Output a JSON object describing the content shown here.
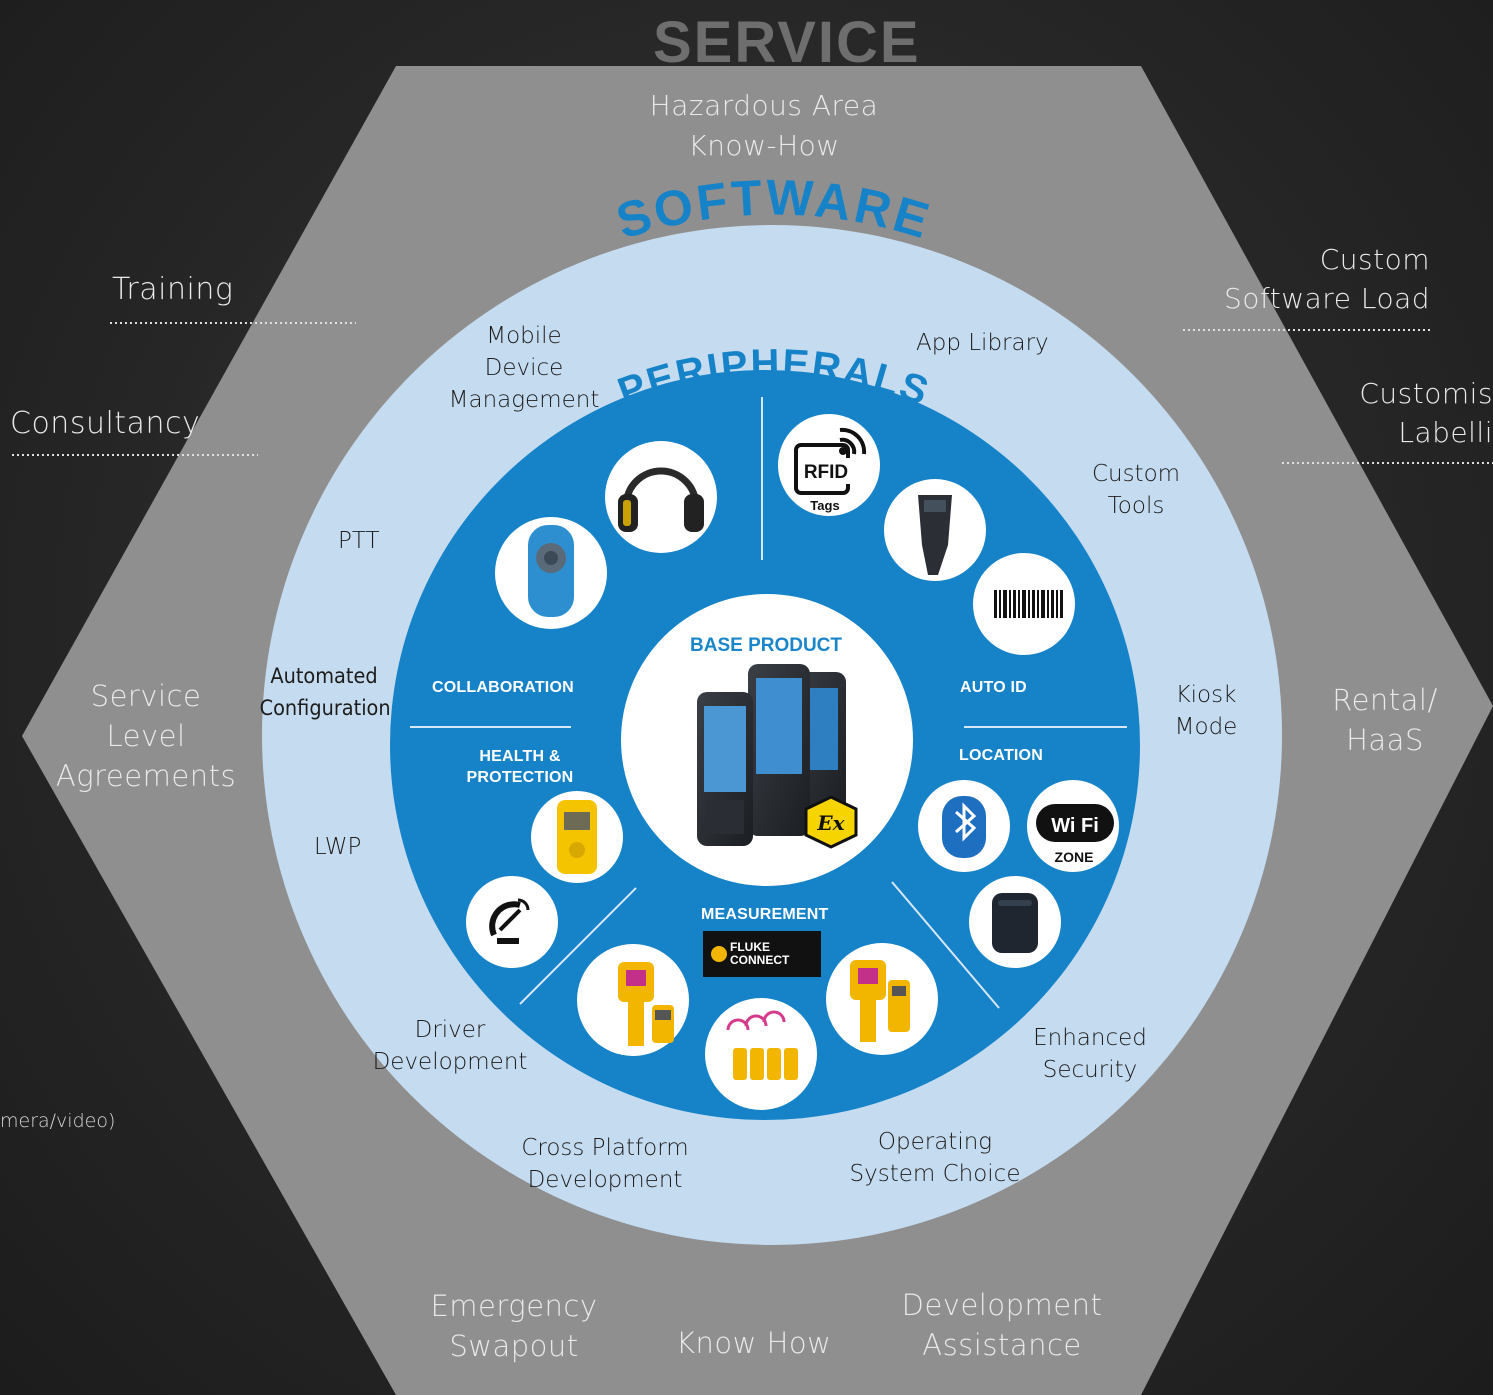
{
  "colors": {
    "hexagon": "#8f8f8f",
    "software_ring": "#c5dcf0",
    "peripherals_ring": "#1682c8",
    "base_circle": "#ffffff",
    "software_title": "#1682c8",
    "peripherals_title": "#1682c8"
  },
  "titles": {
    "service": "SERVICE",
    "software": "SOFTWARE",
    "peripherals": "PERIPHERALS",
    "base_product": "BASE PRODUCT"
  },
  "service_items": {
    "hazardous_area": "Hazardous Area\nKnow-How",
    "training": "Training",
    "consultancy": "Consultancy",
    "custom_software_load": "Custom\nSoftware Load",
    "customised_labelling": "Customis\nLabelli",
    "service_level_agreements": "Service\nLevel\nAgreements",
    "rental_haas": "Rental/\nHaaS",
    "emergency_swapout": "Emergency\nSwapout",
    "know_how": "Know How",
    "development_assistance": "Development\nAssistance",
    "camera_video_cut": "mera/video)"
  },
  "software_items": {
    "mdm": "Mobile\nDevice\nManagement",
    "app_library": "App Library",
    "custom_tools": "Custom\nTools",
    "ptt": "PTT",
    "automated_configuration": "Automated\nConfiguration",
    "kiosk_mode": "Kiosk\nMode",
    "lwp": "LWP",
    "driver_development": "Driver\nDevelopment",
    "enhanced_security": "Enhanced\nSecurity",
    "cross_platform": "Cross Platform\nDevelopment",
    "os_choice": "Operating\nSystem Choice"
  },
  "peripheral_categories": {
    "collaboration": "COLLABORATION",
    "health_protection": "HEALTH &\nPROTECTION",
    "auto_id": "AUTO ID",
    "location": "LOCATION",
    "measurement": "MEASUREMENT"
  },
  "badges": {
    "rfid": "RFID",
    "rfid_tags": "Tags",
    "wifi": "Wi Fi",
    "wifi_zone": "ZONE",
    "fluke": "FLUKE\nCONNECT",
    "ex": "Ex"
  },
  "icons": [
    "headset-icon",
    "ptt-speaker-icon",
    "rfid-tag-icon",
    "scanner-icon",
    "barcode-icon",
    "gas-detector-icon",
    "satellite-dish-icon",
    "bluetooth-icon",
    "wifi-zone-icon",
    "gps-tracker-icon",
    "thermal-camera-icon",
    "clamp-meter-icon",
    "multimeter-icon",
    "rugged-phone-icon",
    "ex-hazard-icon"
  ]
}
